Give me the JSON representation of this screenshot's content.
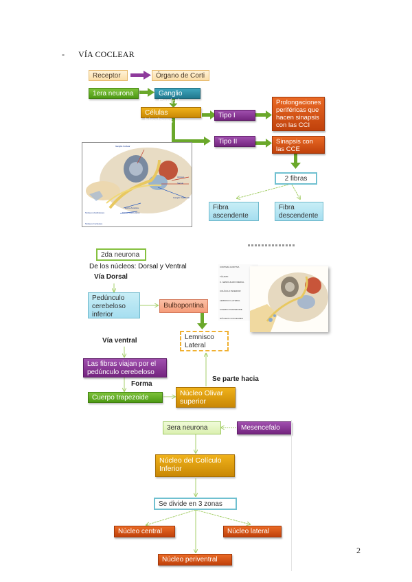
{
  "section": {
    "bullet": "-",
    "title": "VÍA COCLEAR"
  },
  "part1": {
    "receptor": "Receptor",
    "organo": "Órgano de Corti",
    "primera_neurona": "1era neurona",
    "ganglio": "Ganglio Espiral",
    "celulas": "Células bipolares",
    "tipo1": "Tipo I",
    "tipo2": "Tipo II",
    "prolongaciones": "Prolongaciones periféricas que hacen sinapsis con las CCI",
    "sinapsis": "Sinapsis con las CCE",
    "dos_fibras": "2 fibras",
    "fibra_asc": "Fibra ascendente",
    "fibra_desc": "Fibra descendente",
    "image": {
      "name": "cochlea-anatomy-illustration",
      "labels": [
        "Ganglio Coclear",
        "Utrículo",
        "Sáculo",
        "Ganglio Vestibular",
        "Núcleos Vestibulares",
        "Núcleos Cocleares",
        "Estría Acústica",
        "Fibras Vestibulares"
      ]
    }
  },
  "part2": {
    "segunda_neurona": "2da neurona",
    "nucleos": "De los núcleos: Dorsal y Ventral",
    "via_dorsal": "Vía Dorsal",
    "pedunculo": "Pedúnculo cerebeloso inferior",
    "bulbopontina": "Bulbopontina",
    "lemnisco": "Lemnisco Lateral",
    "via_ventral": "Vía ventral",
    "fibras_viajan": "Las fibras viajan por el pedúnculo cerebeloso",
    "forma": "Forma",
    "cuerpo": "Cuerpo trapezoide",
    "se_parte": "Se parte hacia",
    "olivar": "Núcleo Olivar superior",
    "image": {
      "name": "auditory-pathway-illustration",
      "labels": [
        "CORTEZA AUDITIVA",
        "TÁLAMO",
        "C. GENICULADO MEDIAL",
        "COLÍCULO INFERIOR",
        "LEMNISCO LATERAL",
        "CUERPO TRAPEZOIDE",
        "NÚCLEOS COCLEARES"
      ]
    }
  },
  "part3": {
    "tercera_neurona": "3era neurona",
    "mesencefalo": "Mesencefalo",
    "coliculo": "Núcleo del Colículo Inferior",
    "divide": "Se divide en 3 zonas",
    "central": "Núcleo central",
    "lateral": "Núcleo lateral",
    "periventral": "Núcleo periventral"
  },
  "page_number": "2",
  "colors": {
    "arrow_green": "#6aa82a",
    "arrow_purple": "#8e3a9c",
    "thin_line": "#a6cf6a"
  }
}
